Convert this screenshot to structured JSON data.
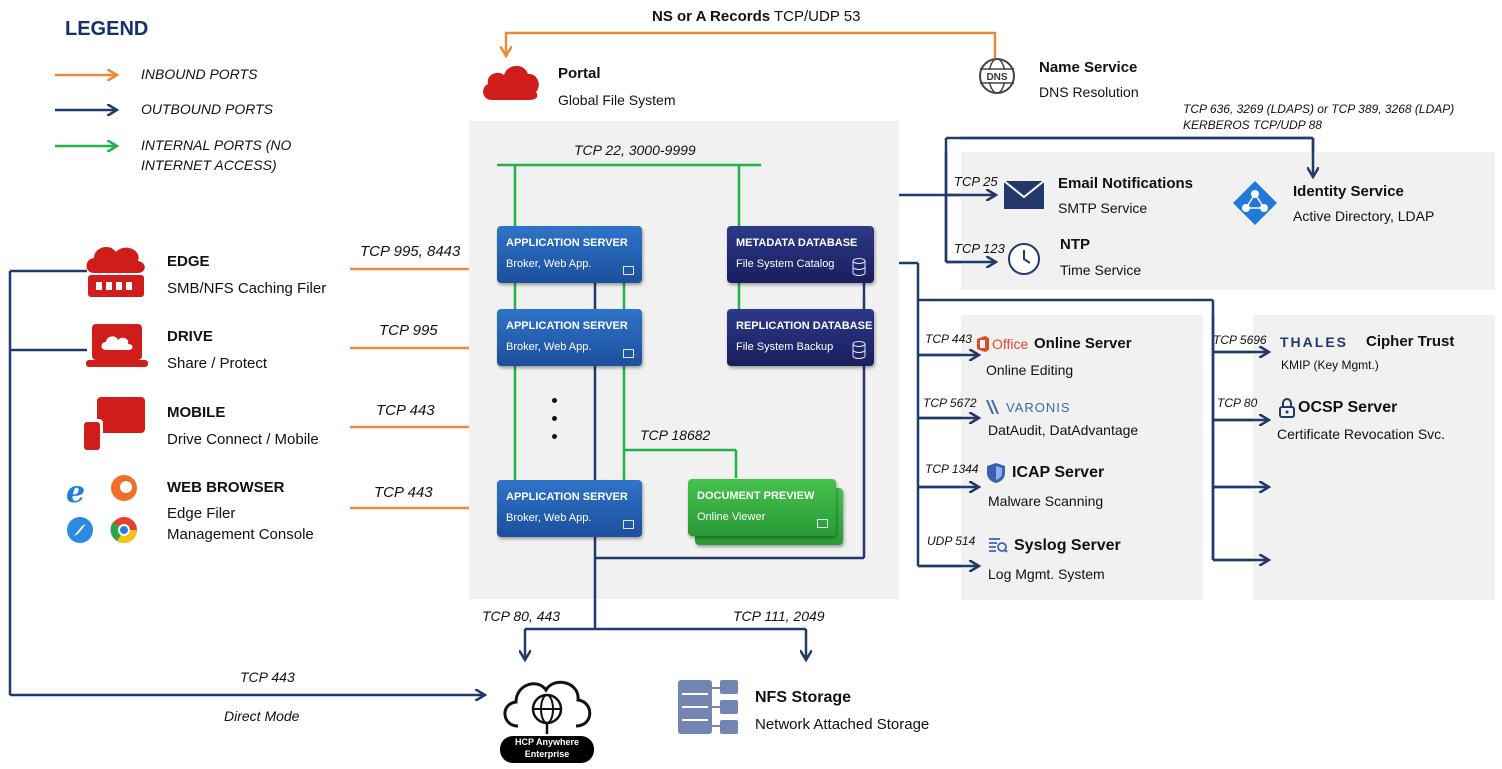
{
  "colors": {
    "inbound": "#ec8a3a",
    "outbound": "#22396b",
    "internal": "#21b24c",
    "brand_red": "#d11c1c",
    "legend_title": "#17306b",
    "panel_bg": "#f1f1f1",
    "app_server": "#2563b8",
    "database": "#1f2670",
    "document_preview": "#38b144"
  },
  "legend": {
    "title": "LEGEND",
    "inbound": "INBOUND PORTS",
    "outbound": "OUTBOUND PORTS",
    "internal_line1": "INTERNAL PORTS (NO",
    "internal_line2": "INTERNET ACCESS)"
  },
  "dns": {
    "records_bold": "NS or A Records",
    "records_port": "TCP/UDP 53",
    "title": "Name Service",
    "subtitle": "DNS Resolution",
    "icon": "dns-globe-icon"
  },
  "portal": {
    "title": "Portal",
    "subtitle": "Global File System",
    "icon": "red-cloud-icon",
    "internal_port": "TCP 22, 3000-9999",
    "internal_port2": "TCP 18682"
  },
  "servers": {
    "app_title": "APPLICATION SERVER",
    "app_sub": "Broker, Web App.",
    "metadata_title": "METADATA DATABASE",
    "metadata_sub": "File System Catalog",
    "replication_title": "REPLICATION DATABASE",
    "replication_sub": "File System Backup",
    "docpreview_title": "DOCUMENT PREVIEW",
    "docpreview_sub": "Online Viewer"
  },
  "clients": [
    {
      "title": "EDGE",
      "subtitle": "SMB/NFS Caching Filer",
      "port": "TCP 995, 8443",
      "icon": "edge-filer-icon"
    },
    {
      "title": "DRIVE",
      "subtitle": "Share / Protect",
      "port": "TCP 995",
      "icon": "drive-laptop-icon"
    },
    {
      "title": "MOBILE",
      "subtitle": "Drive Connect / Mobile",
      "port": "TCP 443",
      "icon": "mobile-devices-icon"
    },
    {
      "title": "WEB BROWSER",
      "subtitle": "Edge Filer",
      "subtitle2": "Management Console",
      "port": "TCP 443",
      "icon": "browsers-icon"
    }
  ],
  "ldap": {
    "line1": "TCP 636, 3269 (LDAPS) or TCP 389, 3268 (LDAP)",
    "line2": "KERBEROS TCP/UDP 88"
  },
  "top_services": {
    "email": {
      "port": "TCP 25",
      "title": "Email Notifications",
      "subtitle": "SMTP Service",
      "icon": "envelope-icon"
    },
    "identity": {
      "title": "Identity Service",
      "subtitle": "Active Directory, LDAP",
      "icon": "azure-ad-icon"
    },
    "ntp": {
      "port": "TCP 123",
      "title": "NTP",
      "subtitle": "Time Service",
      "icon": "clock-icon"
    }
  },
  "mid_services": [
    {
      "port": "TCP 443",
      "logo": "Office",
      "title": "Online Server",
      "subtitle": "Online Editing",
      "icon": "office-icon"
    },
    {
      "port": "TCP 5672",
      "logo": "VARONIS",
      "title": "",
      "subtitle": "DatAudit, DatAdvantage",
      "icon": "varonis-icon"
    },
    {
      "port": "TCP 1344",
      "logo": "",
      "title": "ICAP Server",
      "subtitle": "Malware Scanning",
      "icon": "shield-icon"
    },
    {
      "port": "UDP 514",
      "logo": "",
      "title": "Syslog Server",
      "subtitle": "Log Mgmt. System",
      "icon": "syslog-icon"
    }
  ],
  "right_services": [
    {
      "port": "TCP 5696",
      "logo": "THALES",
      "title": "Cipher Trust",
      "subtitle": "KMIP (Key Mgmt.)",
      "icon": "thales-icon"
    },
    {
      "port": "TCP 80",
      "logo": "",
      "title": "OCSP Server",
      "subtitle": "Certificate Revocation Svc.",
      "icon": "lock-icon"
    }
  ],
  "storage": {
    "hcp_port": "TCP 80, 443",
    "nfs_port": "TCP 111, 2049",
    "hcp_logo_line1": "HCP Anywhere",
    "hcp_logo_line2": "Enterprise",
    "nfs_title": "NFS Storage",
    "nfs_subtitle": "Network Attached Storage",
    "direct_port": "TCP 443",
    "direct_label": "Direct Mode"
  }
}
